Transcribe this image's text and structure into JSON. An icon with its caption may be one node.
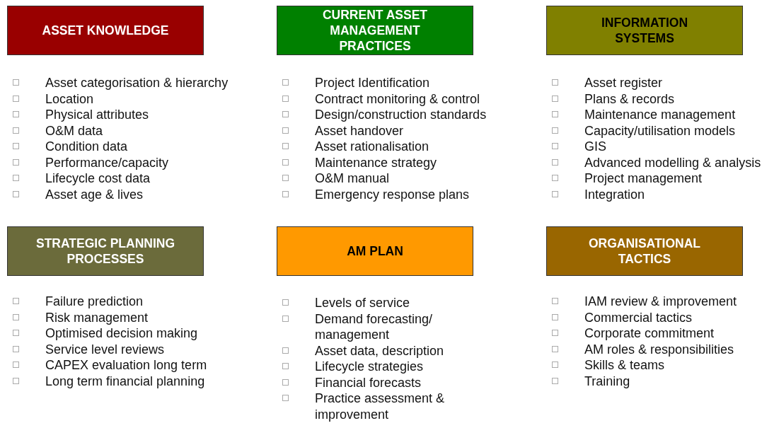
{
  "diagram": {
    "nodes": [
      {
        "text": [
          "ASSET KNOWLEDGE"
        ],
        "beside": [
          "Asset categorisation & hierarchy",
          "Location",
          "Physical attributes",
          "O&M data",
          "Condition data",
          "Performance/capacity",
          "Lifecycle cost data",
          "Asset age & lives"
        ]
      },
      {
        "text": [
          "CURRENT ASSET MANAGEMENT PRACTICES"
        ],
        "beside": [
          "Project Identification",
          "Contract monitoring & control",
          "Design/construction standards",
          "Asset handover",
          "Asset rationalisation",
          "Maintenance strategy",
          "O&M manual",
          "Emergency response plans"
        ]
      },
      {
        "text": [
          "INFORMATION SYSTEMS"
        ],
        "beside": [
          "Asset register",
          "Plans & records",
          "Maintenance management",
          "Capacity/utilisation models",
          "GIS",
          "Advanced modelling & analysis",
          "Project management",
          "Integration"
        ]
      },
      {
        "text": [
          "STRATEGIC PLANNING PROCESSES"
        ],
        "beside": [
          "Failure prediction",
          "Risk management",
          "Optimised decision making",
          "Service level reviews",
          "CAPEX evaluation long term",
          "Long term financial planning"
        ]
      },
      {
        "text": [
          "AM PLAN"
        ],
        "beside": [
          "Levels of service",
          "Demand forecasting/ management",
          "Asset data, description",
          "Lifecycle strategies",
          "Financial forecasts",
          "Practice assessment & improvement"
        ]
      },
      {
        "text": [
          "ORGANISATIONAL TACTICS"
        ],
        "beside": [
          "IAM review & improvement",
          "Commercial tactics",
          "Corporate commitment",
          "AM roles & responsibilities",
          "Skills & teams",
          "Training"
        ]
      }
    ],
    "edges": []
  }
}
